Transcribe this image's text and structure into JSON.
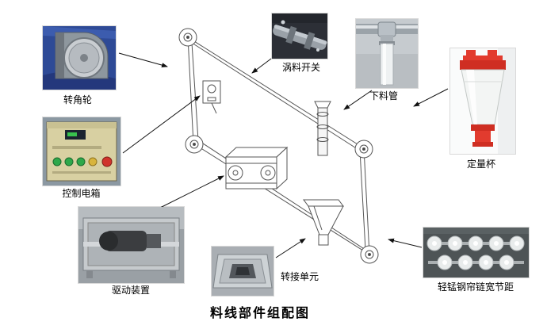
{
  "title": "料线部件组配图",
  "components": [
    {
      "id": "corner-wheel",
      "label": "转角轮"
    },
    {
      "id": "control-box",
      "label": "控制电箱"
    },
    {
      "id": "drive-unit",
      "label": "驱动装置"
    },
    {
      "id": "feed-switch",
      "label": "涡料开关"
    },
    {
      "id": "drop-pipe",
      "label": "下料管"
    },
    {
      "id": "measuring-cup",
      "label": "定量杯"
    },
    {
      "id": "transfer-unit",
      "label": "转接单元"
    },
    {
      "id": "chain",
      "label": "轻锰钢帘链宽节距"
    }
  ],
  "colors": {
    "background": "#ffffff",
    "cloth_blue": "#2e4a96",
    "cup_red": "#d93025",
    "line_dark": "#444444",
    "photo_grey": "#a9aeb3",
    "dark_photo": "#2c2f36"
  }
}
